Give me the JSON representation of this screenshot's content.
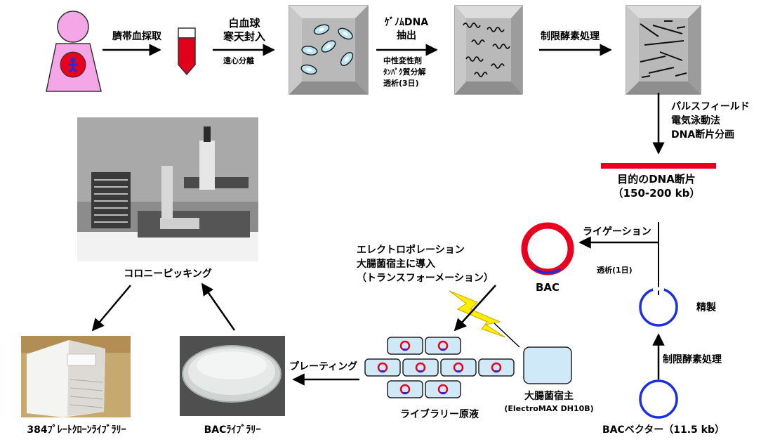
{
  "colors": {
    "red": "#e8001e",
    "blue": "#1b2fe0",
    "pink": "#f4a6e6",
    "tube_red": "#e0001a",
    "cube_gray": "#b3b3b3",
    "cell_fill": "#c8e6f5",
    "dish_fill": "#cfe9f8"
  },
  "labels": {
    "cord_blood": "臍帯血採取",
    "wbc_line1": "白血球",
    "wbc_line2": "寒天封入",
    "centrifuge": "遠心分離",
    "genome_line1": "ｹﾞﾉﾑDNA",
    "genome_line2": "抽出",
    "genome_sub1": "中性変性剤",
    "genome_sub2": "ﾀﾝﾊﾟｸ質分解",
    "genome_sub3": "透析(3日)",
    "restriction_top": "制限酵素処理",
    "pfge_line1": "パルスフィールド",
    "pfge_line2": "電気泳動法",
    "pfge_line3": "DNA断片分画",
    "target_line1": "目的のDNA断片",
    "target_line2": "（150-200 kb）",
    "ligation": "ライゲーション",
    "dialysis_1day": "透析(1日)",
    "bac": "BAC",
    "purify": "精製",
    "restriction_right": "制限酵素処理",
    "bac_vector": "BACベクター（11.5 kb）",
    "electro_line1": "エレクトロポレーション",
    "electro_line2": "大腸菌宿主に導入",
    "electro_line3": "（トランスフォーメーション）",
    "ecoli_line1": "大腸菌宿主",
    "ecoli_line2": "(ElectroMAX DH10B)",
    "library_stock": "ライブラリー原液",
    "plating": "プレーティング",
    "colony_picking": "コロニーピッキング",
    "plate_clone_library": "384ﾌﾟﾚｰﾄｸﾛｰﾝﾗｲﾌﾞﾗﾘｰ",
    "bac_library": "BACﾗｲﾌﾞﾗﾘｰ"
  }
}
